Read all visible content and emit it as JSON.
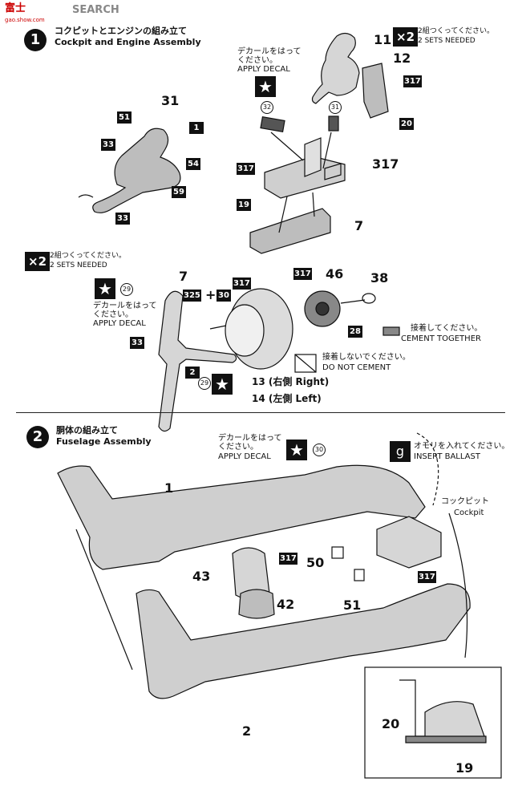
{
  "watermark": {
    "logo_text": "富士",
    "brand": "SEARCH",
    "url": "gao.show.com"
  },
  "step1": {
    "number": "1",
    "title_jp": "コクピットとエンジンの組み立て",
    "title_en": "Cockpit and Engine Assembly",
    "apply_decal_jp": "デカールをはって\nください。",
    "apply_decal_en": "APPLY DECAL",
    "sets_jp": "2組つくってください。",
    "sets_en": "2 SETS NEEDED",
    "x2": "×2",
    "cement_jp": "接着してください。",
    "cement_en": "CEMENT TOGETHER",
    "no_cement_jp": "接着しないでください。",
    "no_cement_en": "DO NOT CEMENT",
    "right_label": "13 (右側 Right)",
    "left_label": "14 (左側 Left)",
    "parts": [
      "31",
      "51",
      "1",
      "33",
      "54",
      "59",
      "33",
      "32",
      "31",
      "11",
      "12",
      "317",
      "20",
      "317",
      "317",
      "19",
      "7",
      "325",
      "+",
      "30",
      "317",
      "46",
      "38",
      "29",
      "33",
      "2",
      "29",
      "28"
    ]
  },
  "step2": {
    "number": "2",
    "title_jp": "胴体の組み立て",
    "title_en": "Fuselage Assembly",
    "apply_decal_jp": "デカールをはって\nください。",
    "apply_decal_en": "APPLY DECAL",
    "decal_num": "30",
    "ballast_jp": "オモリを入れてください。",
    "ballast_en": "INSERT BALLAST",
    "ballast_icon": "g",
    "cockpit_jp": "コックピット",
    "cockpit_en": "Cockpit",
    "parts": [
      "1",
      "317",
      "50",
      "43",
      "42",
      "51",
      "317",
      "2",
      "20",
      "19"
    ]
  }
}
